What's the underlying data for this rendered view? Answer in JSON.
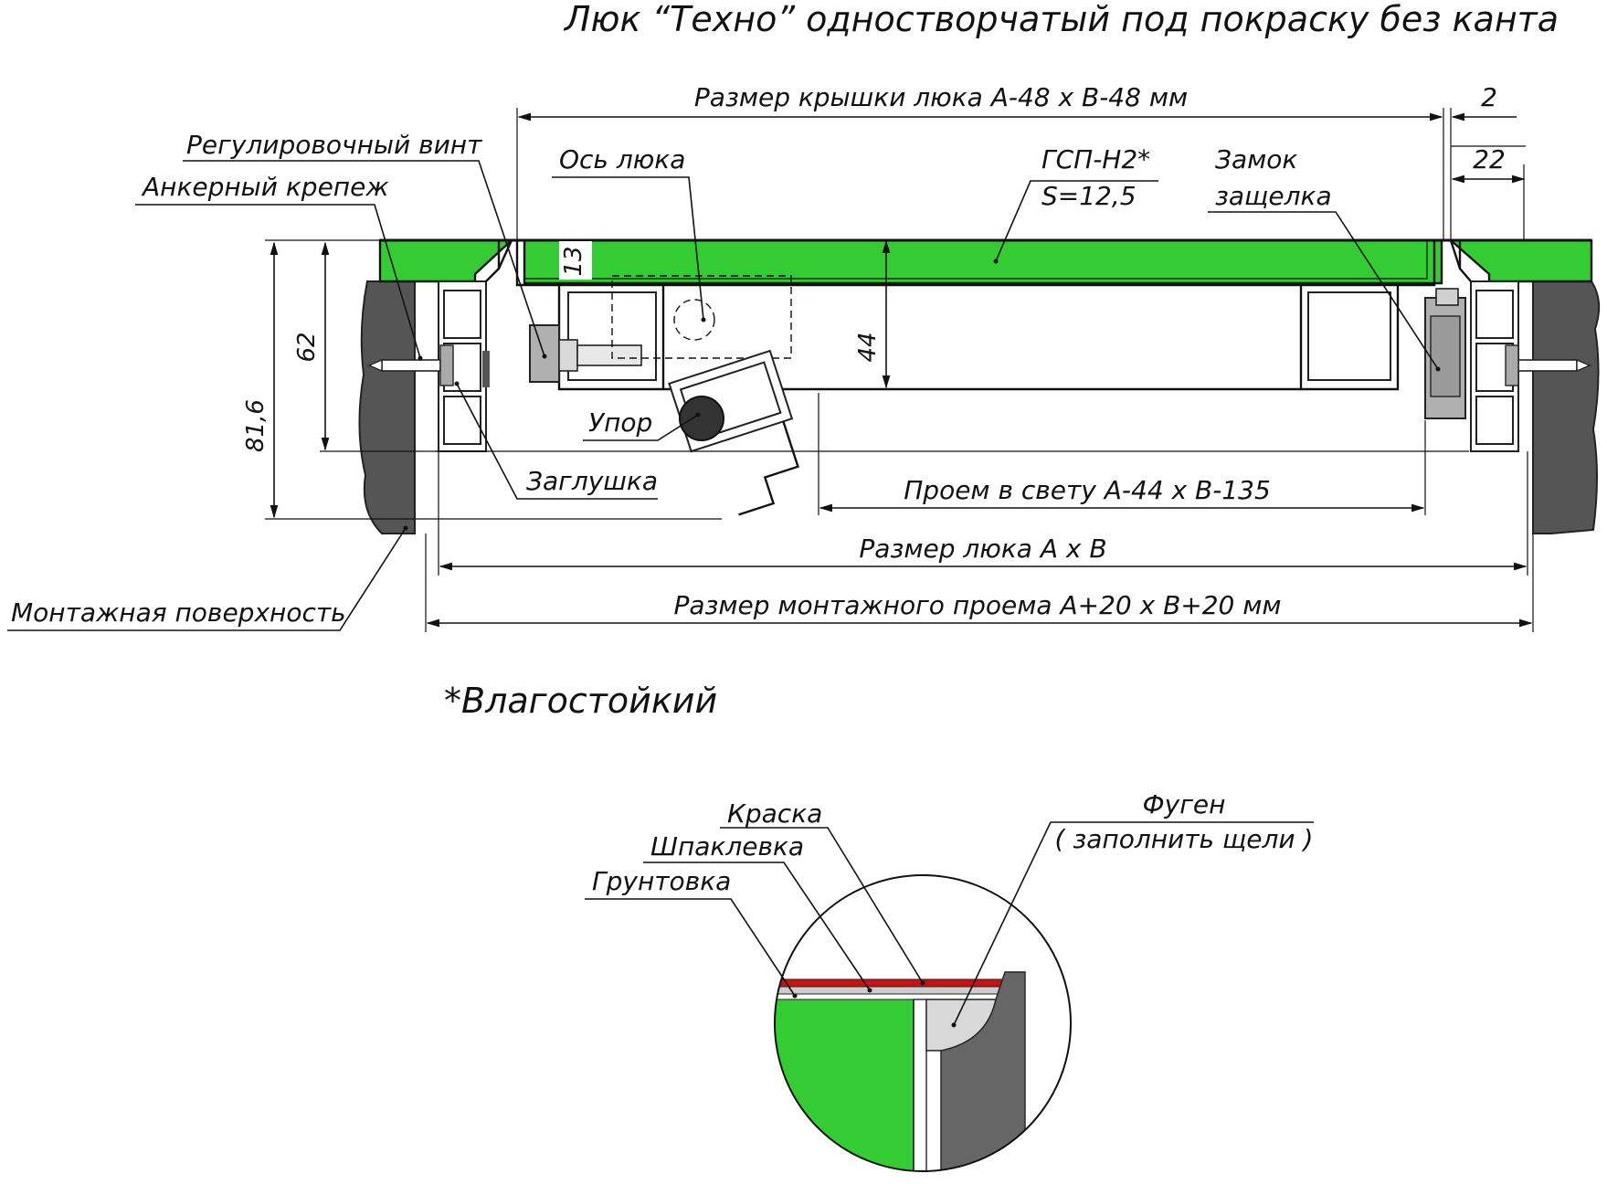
{
  "title": "Люк “Техно” одностворчатый под покраску без канта",
  "labels": {
    "lid_size": "Размер крышки люка А-48 х В-48 мм",
    "gap_2": "2",
    "gap_22": "22",
    "adjust_screw": "Регулировочный винт",
    "anchor": "Анкерный крепеж",
    "axis": "Ось люка",
    "gsp_line1": "ГСП-Н2*",
    "gsp_line2": "S=12,5",
    "lock_line1": "Замок",
    "lock_line2": "защелка",
    "dim_13": "13",
    "dim_44": "44",
    "dim_62": "62",
    "dim_81_6": "81,6",
    "stop": "Упор",
    "plug": "Заглушка",
    "clear_opening": "Проем в свету А-44 х В-135",
    "hatch_size": "Размер люка А х В",
    "mount_opening": "Размер монтажного проема А+20 х В+20 мм",
    "mount_surface": "Монтажная поверхность",
    "moisture_note": "*Влагостойкий",
    "paint": "Краска",
    "putty": "Шпаклевка",
    "primer": "Грунтовка",
    "fugen_line1": "Фуген",
    "fugen_line2": "( заполнить щели )"
  },
  "colors": {
    "drywall": "#33cc33",
    "wall": "#555555",
    "paint": "#cc1111",
    "putty": "#cccccc",
    "profile": "#ffffff",
    "lock": "#b0b0b0"
  }
}
